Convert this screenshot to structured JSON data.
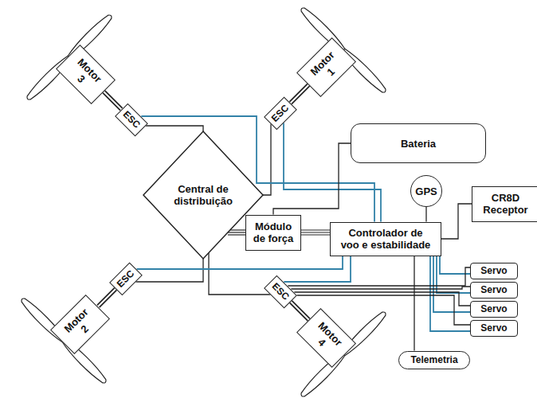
{
  "diagram": {
    "nodes": [
      {
        "text": [
          "Motor 3"
        ]
      },
      {
        "text": [
          "Motor 1"
        ]
      },
      {
        "text": [
          "ESC"
        ]
      },
      {
        "text": [
          "ESC"
        ]
      },
      {
        "text": [
          "Bateria"
        ]
      },
      {
        "text": [
          "Central de distribuição"
        ]
      },
      {
        "text": [
          "GPS"
        ]
      },
      {
        "text": [
          "CR8D Receptor"
        ]
      },
      {
        "text": [
          "Módulo de força"
        ]
      },
      {
        "text": [
          "Controlador de voo e estabilidade"
        ]
      },
      {
        "text": [
          "ESC"
        ]
      },
      {
        "text": [
          "ESC"
        ]
      },
      {
        "text": [
          "Servo"
        ]
      },
      {
        "text": [
          "Servo"
        ]
      },
      {
        "text": [
          "Servo"
        ]
      },
      {
        "text": [
          "Servo"
        ]
      },
      {
        "text": [
          "Motor 2"
        ]
      },
      {
        "text": [
          "Motor 4"
        ]
      },
      {
        "text": [
          "Telemetria"
        ]
      }
    ],
    "edges": [
      {
        "from": 0,
        "to": 2,
        "arrow": "none"
      },
      {
        "from": 1,
        "to": 3,
        "arrow": "none"
      },
      {
        "from": 16,
        "to": 10,
        "arrow": "none"
      },
      {
        "from": 17,
        "to": 11,
        "arrow": "none"
      },
      {
        "from": 2,
        "to": 5,
        "arrow": "none"
      },
      {
        "from": 3,
        "to": 5,
        "arrow": "none"
      },
      {
        "from": 10,
        "to": 5,
        "arrow": "none"
      },
      {
        "from": 11,
        "to": 5,
        "arrow": "none"
      },
      {
        "from": 2,
        "to": 9,
        "arrow": "none"
      },
      {
        "from": 3,
        "to": 9,
        "arrow": "none"
      },
      {
        "from": 10,
        "to": 9,
        "arrow": "none"
      },
      {
        "from": 11,
        "to": 9,
        "arrow": "none"
      },
      {
        "from": 4,
        "to": 8,
        "arrow": "none"
      },
      {
        "from": 8,
        "to": 9,
        "arrow": "none"
      },
      {
        "from": 8,
        "to": 5,
        "arrow": "none"
      },
      {
        "from": 6,
        "to": 9,
        "arrow": "none"
      },
      {
        "from": 7,
        "to": 9,
        "arrow": "none"
      },
      {
        "from": 9,
        "to": 12,
        "arrow": "none"
      },
      {
        "from": 9,
        "to": 13,
        "arrow": "none"
      },
      {
        "from": 9,
        "to": 14,
        "arrow": "none"
      },
      {
        "from": 9,
        "to": 15,
        "arrow": "none"
      },
      {
        "from": 11,
        "to": 12,
        "arrow": "none"
      },
      {
        "from": 11,
        "to": 13,
        "arrow": "none"
      },
      {
        "from": 11,
        "to": 14,
        "arrow": "none"
      },
      {
        "from": 11,
        "to": 15,
        "arrow": "none"
      },
      {
        "from": 9,
        "to": 18,
        "arrow": "none"
      }
    ]
  }
}
